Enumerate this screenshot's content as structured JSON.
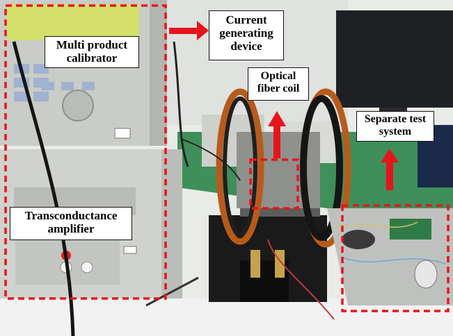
{
  "labels": {
    "current_generating_device": [
      "Current",
      "generating",
      "device"
    ],
    "multi_product_calibrator": [
      "Multi product",
      "calibrator"
    ],
    "optical_fiber_coil": [
      "Optical",
      "fiber coil"
    ],
    "separate_test_system": [
      "Separate test",
      "system"
    ],
    "transconductance_amplifier": [
      "Transconductance",
      "amplifier"
    ]
  },
  "colors": {
    "annotation_red": "#e8141b",
    "label_border": "#111111",
    "coil_copper": "#b85a1c"
  }
}
